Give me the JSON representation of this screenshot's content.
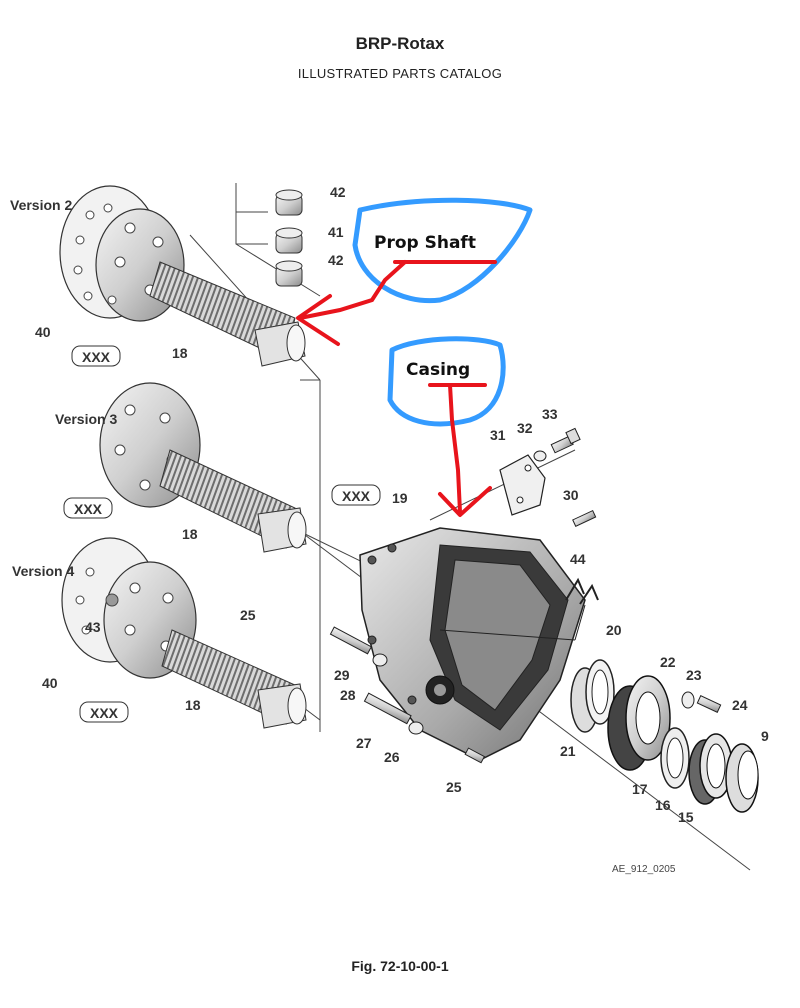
{
  "header": {
    "title": "BRP-Rotax",
    "subtitle": "ILLUSTRATED PARTS CATALOG"
  },
  "figure": {
    "caption": "Fig. 72-10-00-1",
    "drawing_code": "AE_912_0205"
  },
  "versions": {
    "v2": "Version 2",
    "v3": "Version 3",
    "v4": "Version 4"
  },
  "xxx_label": "XXX",
  "annotations": {
    "prop_shaft": "Prop Shaft",
    "casing": "Casing",
    "outline_color": "#1e90ff",
    "arrow_color": "#e8141c"
  },
  "part_numbers": {
    "p42a": "42",
    "p41": "41",
    "p42b": "42",
    "p40a": "40",
    "p18a": "18",
    "p18b": "18",
    "p43": "43",
    "p25b": "25",
    "p40b": "40",
    "p18c": "18",
    "p33": "33",
    "p32": "32",
    "p31": "31",
    "p30": "30",
    "p19": "19",
    "p44": "44",
    "p20": "20",
    "p22": "22",
    "p23": "23",
    "p24": "24",
    "p29": "29",
    "p28": "28",
    "p27": "27",
    "p26": "26",
    "p25": "25",
    "p21": "21",
    "p17": "17",
    "p16": "16",
    "p15": "15",
    "p9": "9"
  }
}
